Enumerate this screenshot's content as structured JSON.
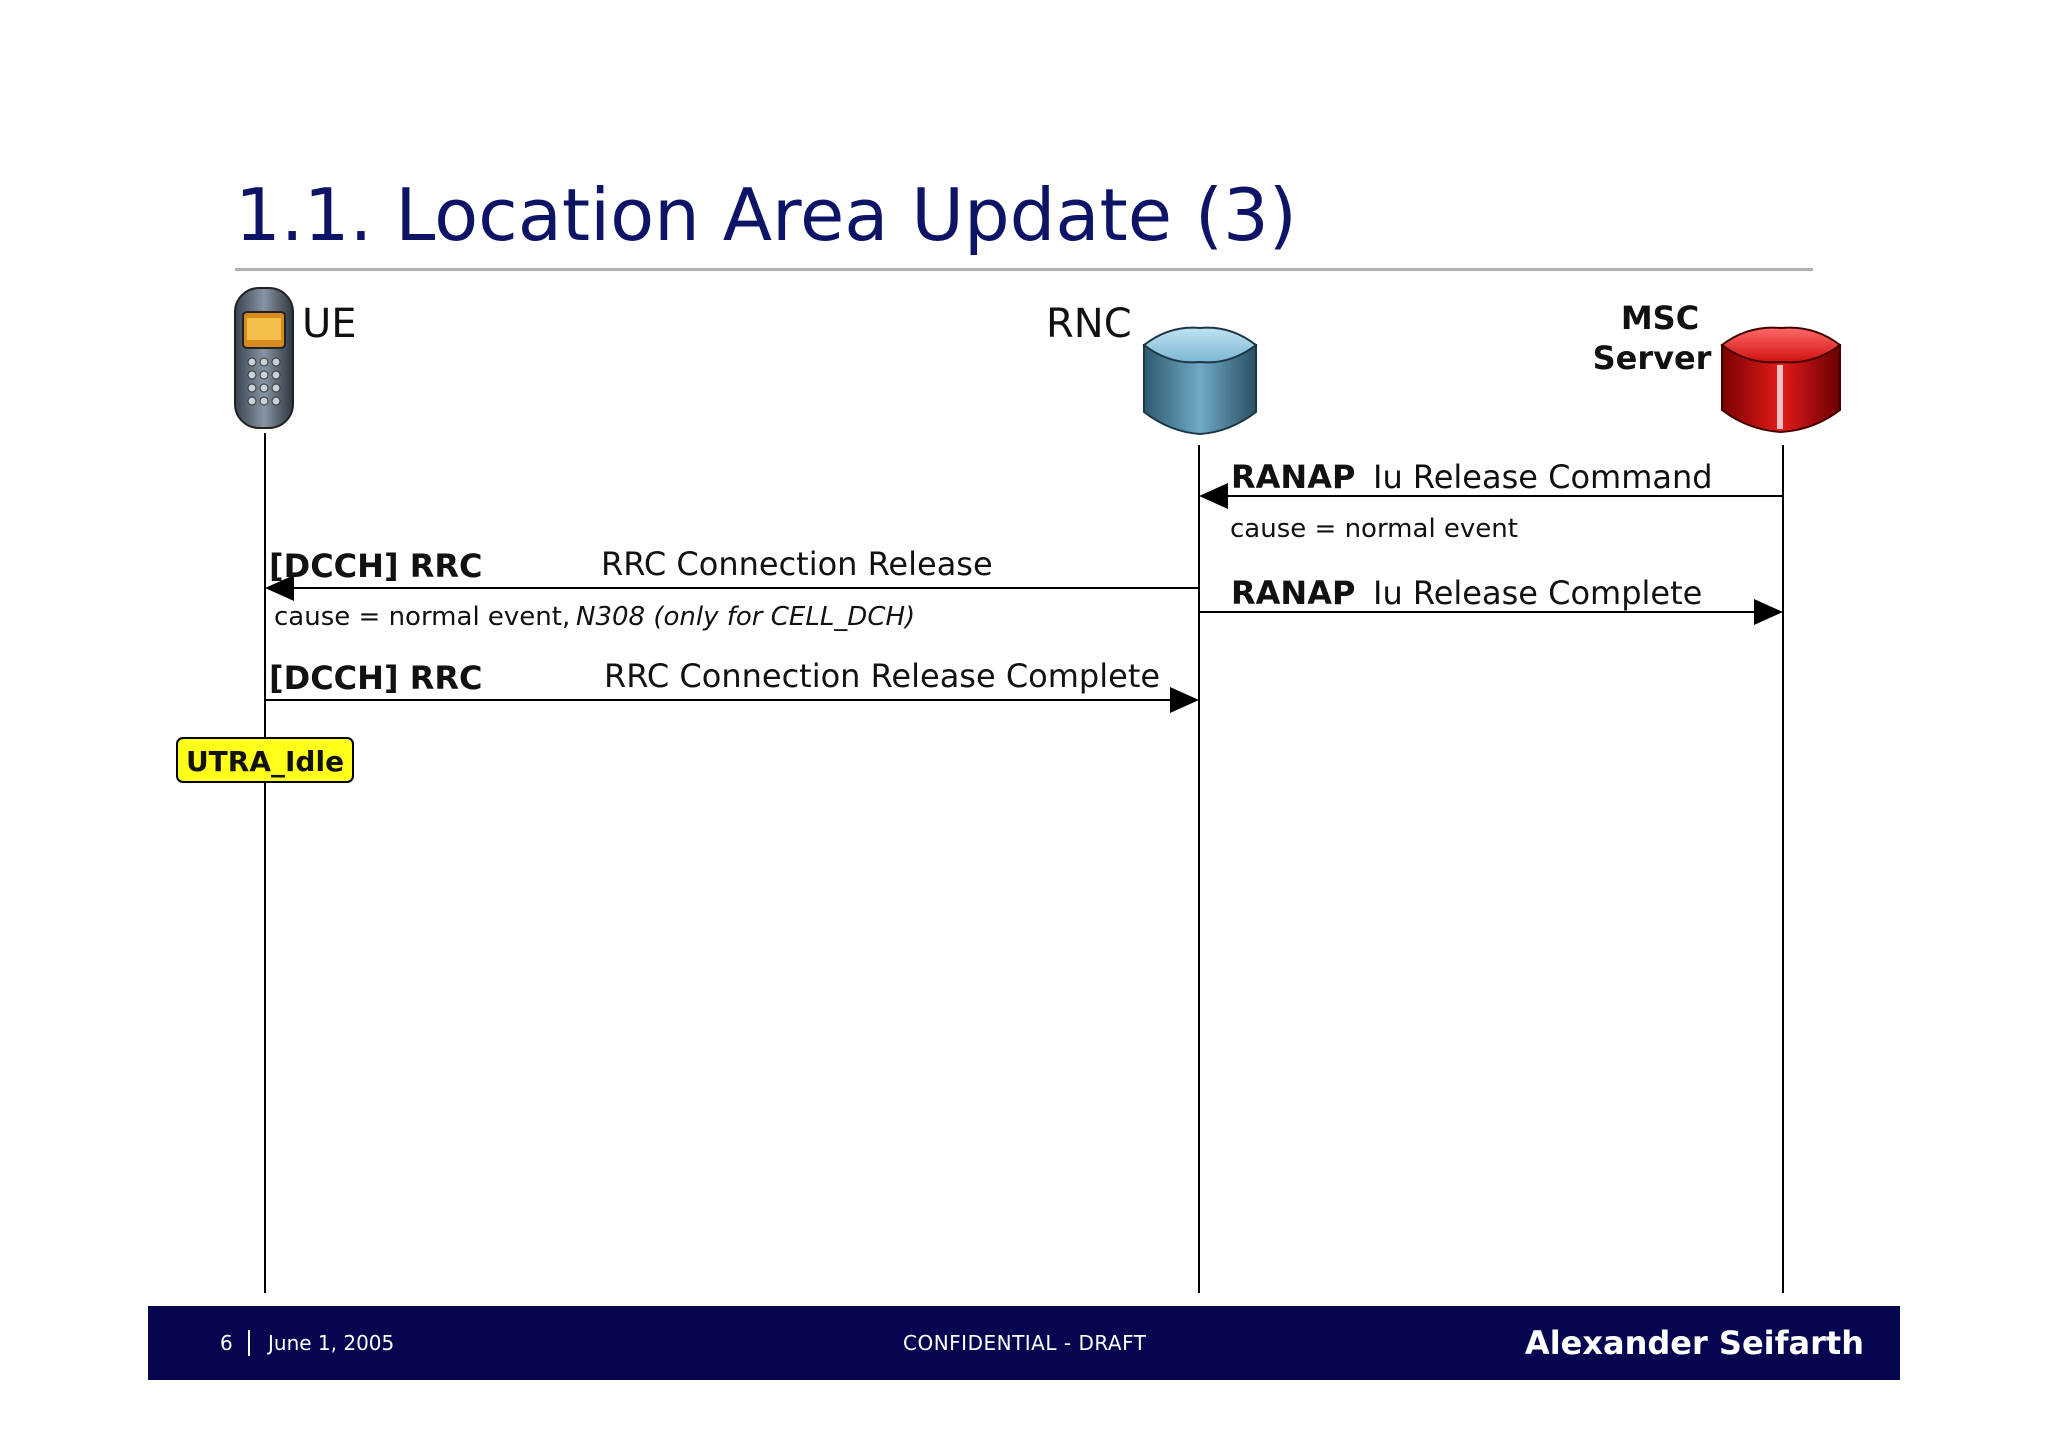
{
  "title": "1.1. Location Area Update (3)",
  "entities": {
    "ue": {
      "label": "UE"
    },
    "rnc": {
      "label": "RNC"
    },
    "msc": {
      "label_line1": "MSC",
      "label_line2": "Server"
    }
  },
  "messages": [
    {
      "protocol": "RANAP",
      "name": "Iu Release Command",
      "from": "MSC Server",
      "to": "RNC",
      "note": "cause = normal event"
    },
    {
      "protocol": "[DCCH] RRC",
      "name": "RRC Connection Release",
      "from": "RNC",
      "to": "UE",
      "note": "cause = normal event,",
      "note_italic": "N308 (only for CELL_DCH)"
    },
    {
      "protocol": "RANAP",
      "name": "Iu Release Complete",
      "from": "RNC",
      "to": "MSC Server"
    },
    {
      "protocol": "[DCCH] RRC",
      "name": "RRC Connection Release Complete",
      "from": "UE",
      "to": "RNC"
    }
  ],
  "state_badge": {
    "label": "UTRA_Idle",
    "color": "#ffff1a"
  },
  "colors": {
    "title": "#0d1466",
    "footer_bg": "#05064f",
    "rnc": "#5a9ab8",
    "msc": "#d81010"
  },
  "footer": {
    "page": "6",
    "date": "June 1, 2005",
    "confidential": "CONFIDENTIAL - DRAFT",
    "author": "Alexander Seifarth"
  }
}
